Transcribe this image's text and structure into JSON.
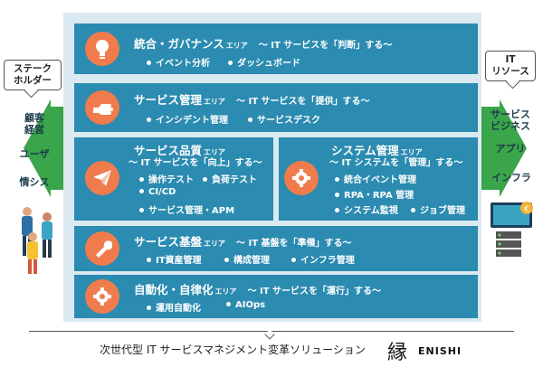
{
  "left_bubble": "ステーク\nホルダー",
  "right_bubble": "IT\nリソース",
  "left_labels": [
    "顧客\n経営",
    "ユーザ",
    "情シス"
  ],
  "right_labels": [
    "サービス\nビジネス",
    "アプリ",
    "インフラ"
  ],
  "areas": {
    "governance": {
      "title": "統合・ガバナンス",
      "suffix": "エリア",
      "tag": "〜 IT サービスを「判断」する〜",
      "items": [
        "イベント分析",
        "ダッシュボード"
      ]
    },
    "service_mgmt": {
      "title": "サービス管理",
      "suffix": "エリア",
      "tag": "〜 IT サービスを「提供」する〜",
      "items": [
        "インシデント管理",
        "サービスデスク"
      ]
    },
    "quality": {
      "title": "サービス品質",
      "suffix": "エリア",
      "tag": "〜 IT サービスを「向上」する〜",
      "items": [
        "操作テスト",
        "負荷テスト",
        "CI/CD",
        "サービス管理・APM"
      ]
    },
    "system_mgmt": {
      "title": "システム管理",
      "suffix": "エリア",
      "tag": "〜 IT システムを「管理」する〜",
      "items": [
        "統合イベント管理",
        "RPA・RPA 管理",
        "システム監視",
        "ジョブ管理"
      ]
    },
    "foundation": {
      "title": "サービス基盤",
      "suffix": "エリア",
      "tag": "〜 IT 基盤を「準備」する〜",
      "items": [
        "IT資産管理",
        "構成管理",
        "インフラ管理"
      ]
    },
    "automation": {
      "title": "自動化・自律化",
      "suffix": "エリア",
      "tag": "〜 IT サービスを「運行」する〜",
      "items": [
        "運用自動化",
        "AIOps"
      ]
    }
  },
  "caption": "次世代型 IT サービスマネジメント変革ソリューション",
  "logo_kanji": "縁",
  "logo_text": "ENISHI",
  "colors": {
    "band": "#2b8bb0",
    "panel": "#dbe9f1",
    "icon": "#f07b4c",
    "arrow": "#3aa54a"
  }
}
